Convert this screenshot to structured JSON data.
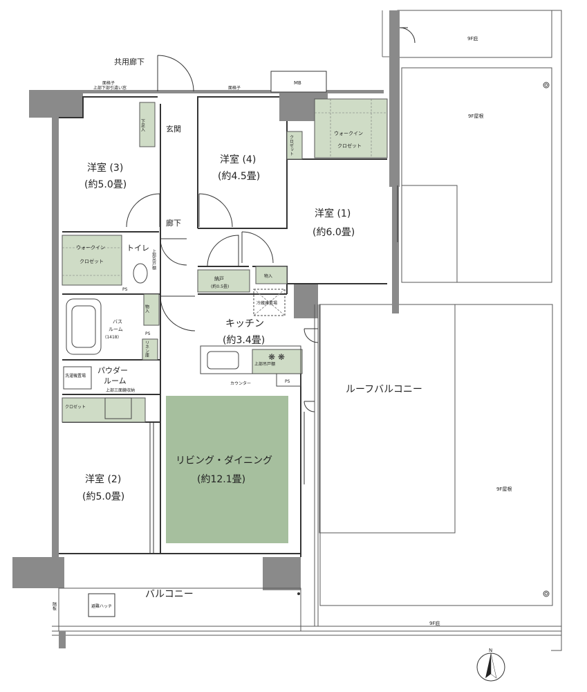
{
  "labels": {
    "corridor_shared": "共用廊下",
    "entrance": "玄関",
    "hallway": "廊下",
    "mb": "MB",
    "shoe_storage": "下足入",
    "lattice_left": "面格子",
    "lattice_left_sub": "上部下部引違い窓",
    "lattice_mid": "面格子",
    "room3_name": "洋室 (3)",
    "room3_size": "(約5.0畳)",
    "room4_name": "洋室 (4)",
    "room4_size": "(約4.5畳)",
    "room1_name": "洋室 (1)",
    "room1_size": "(約6.0畳)",
    "room2_name": "洋室 (2)",
    "room2_size": "(約5.0畳)",
    "wic_top_1": "ウォークイン",
    "wic_top_2": "クロゼット",
    "closet_small": "クロゼット",
    "wic_left_1": "ウォークイン",
    "wic_left_2": "クロゼット",
    "toilet": "トイレ",
    "toilet_upper_shelf": "上部吊戸棚",
    "ps": "PS",
    "bath_1": "バス",
    "bath_2": "ルーム",
    "bath_3": "(1418)",
    "storage_a": "物入",
    "storage_b": "物入",
    "linen": "リネン庫",
    "nando": "納戸",
    "nando_size": "(約0.5畳)",
    "fridge": "冷蔵庫置場",
    "kitchen_name": "キッチン",
    "kitchen_size": "(約3.4畳)",
    "upper_cabinet": "上部吊戸棚",
    "counter": "カウンター",
    "powder_1": "パウダー",
    "powder_2": "ルーム",
    "washer": "洗濯機置場",
    "upper_shelf_storage": "上部三面鏡収納",
    "closet_room2": "クロゼット",
    "living_name": "リビング・ダイニング",
    "living_size": "(約12.1畳)",
    "roof_balcony": "ルーフバルコニー",
    "balcony": "バルコニー",
    "hatch": "避難ハッチ",
    "partition": "隔板",
    "f9_eave_top": "9F庇",
    "f9_roof_top": "9F屋根",
    "f9_roof_right": "9F屋根",
    "f9_eave_bottom": "9F庇",
    "north": "N"
  },
  "colors": {
    "wall": "#8a8a8a",
    "wall_dark": "#7b7b7b",
    "closet_green": "#cfdcc6",
    "living_green": "#a6bf9e",
    "line": "#333333"
  }
}
